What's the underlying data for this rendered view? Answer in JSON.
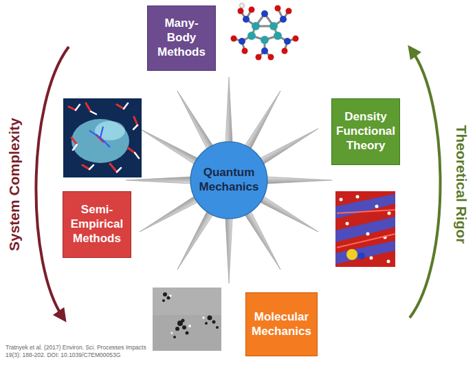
{
  "diagram": {
    "nodes": [
      {
        "text": [
          "Many-Body Methods"
        ]
      },
      {
        "text": [
          "Density Functional Theory"
        ]
      },
      {
        "text": [
          "Quantum Mechanics"
        ]
      },
      {
        "text": [
          "Semi-Empirical Methods"
        ]
      },
      {
        "text": [
          "Molecular Mechanics"
        ]
      }
    ],
    "labels": [
      "System Complexity",
      "Theoretical Rigor",
      "Tratnyek et al. (2017) Environ. Sci. Processes Impacts 19(3): 188-202. DOI: 10.1039/C7EM00053G"
    ]
  }
}
